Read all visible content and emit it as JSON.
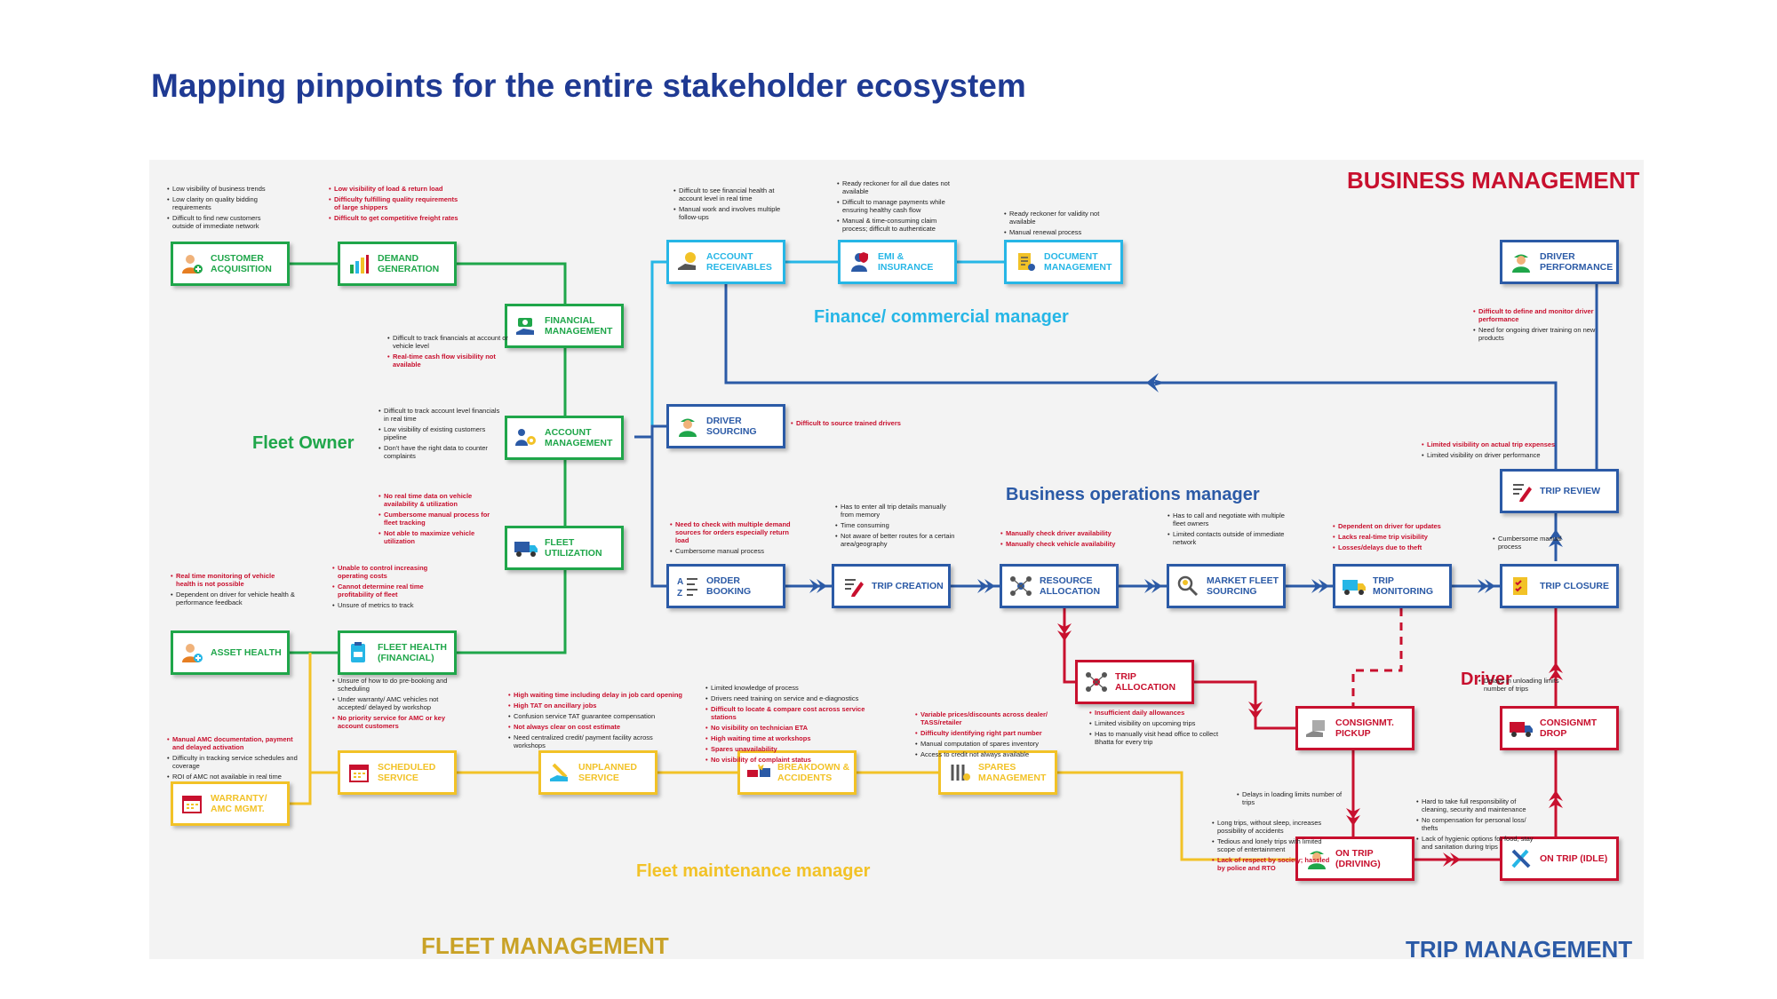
{
  "title": "Mapping pinpoints for the entire stakeholder ecosystem",
  "sections": {
    "business_management": "BUSINESS MANAGEMENT",
    "fleet_management": "FLEET MANAGEMENT",
    "trip_management": "TRIP MANAGEMENT"
  },
  "roles": {
    "fleet_owner": "Fleet Owner",
    "finance": "Finance/ commercial manager",
    "business_ops": "Business operations manager",
    "maintenance": "Fleet maintenance manager",
    "driver": "Driver"
  },
  "colors": {
    "green": "#1fa64a",
    "blue": "#2b5aa6",
    "cyan": "#26b6e6",
    "yellow": "#f2c227",
    "red": "#c8102e",
    "title": "#1f3a93"
  },
  "nodes": {
    "customer_acquisition": {
      "label": "Customer Acquisition",
      "icon": "person-add-icon"
    },
    "demand_generation": {
      "label": "Demand Generation",
      "icon": "bar-chart-icon"
    },
    "financial_management": {
      "label": "Financial Management",
      "icon": "money-hand-icon"
    },
    "account_management": {
      "label": "Account Management",
      "icon": "team-gear-icon"
    },
    "fleet_utilization": {
      "label": "Fleet Utilization",
      "icon": "truck-icon"
    },
    "fleet_health": {
      "label": "Fleet Health (Financial)",
      "icon": "clipboard-truck-icon"
    },
    "asset_health": {
      "label": "Asset Health",
      "icon": "person-plus-icon"
    },
    "account_receivables": {
      "label": "Account Receivables",
      "icon": "coin-hand-icon"
    },
    "emi_insurance": {
      "label": "EMI & Insurance",
      "icon": "insurance-person-icon"
    },
    "document_management": {
      "label": "Document Management",
      "icon": "document-gear-icon"
    },
    "driver_performance": {
      "label": "Driver Performance",
      "icon": "driver-icon"
    },
    "driver_sourcing": {
      "label": "Driver Sourcing",
      "icon": "driver-icon"
    },
    "order_booking": {
      "label": "Order Booking",
      "icon": "az-sort-icon"
    },
    "trip_creation": {
      "label": "Trip Creation",
      "icon": "pencil-icon"
    },
    "resource_allocation": {
      "label": "Resource Allocation",
      "icon": "network-people-icon"
    },
    "market_fleet_sourcing": {
      "label": "Market Fleet Sourcing",
      "icon": "search-people-icon"
    },
    "trip_monitoring": {
      "label": "Trip Monitoring",
      "icon": "truck-monitor-icon"
    },
    "trip_closure": {
      "label": "Trip Closure",
      "icon": "checklist-icon"
    },
    "trip_review": {
      "label": "Trip Review",
      "icon": "pencil-icon"
    },
    "trip_allocation": {
      "label": "Trip Allocation",
      "icon": "network-people-icon"
    },
    "consignment_pickup": {
      "label": "Consignmt. Pickup",
      "icon": "hand-box-icon"
    },
    "consignment_drop": {
      "label": "Consignmt Drop",
      "icon": "truck-box-icon"
    },
    "on_trip_driving": {
      "label": "On Trip (Driving)",
      "icon": "driver-icon"
    },
    "on_trip_idle": {
      "label": "On Trip (Idle)",
      "icon": "tools-icon"
    },
    "scheduled_service": {
      "label": "Scheduled Service",
      "icon": "calendar-icon"
    },
    "unplanned_service": {
      "label": "Unplanned Service",
      "icon": "wrench-hand-icon"
    },
    "breakdown_accidents": {
      "label": "Breakdown & Accidents",
      "icon": "car-crash-icon"
    },
    "spares_management": {
      "label": "Spares Management",
      "icon": "spares-icon"
    },
    "warranty_amc": {
      "label": "Warranty/ AMC Mgmt.",
      "icon": "calendar-icon"
    }
  },
  "notes": {
    "customer_acquisition": [
      {
        "t": "Low  visibility of business trends"
      },
      {
        "t": "Low clarity on quality bidding requirements"
      },
      {
        "t": "Difficult to find new customers outside of immediate network"
      }
    ],
    "demand_generation": [
      {
        "t": "Low visibility of load & return load",
        "hl": true
      },
      {
        "t": "Difficulty fulfilling quality requirements of large shippers",
        "hl": true
      },
      {
        "t": "Difficult to get competitive freight rates",
        "hl": true
      }
    ],
    "financial_management": [
      {
        "t": "Difficult to track financials at account or vehicle level"
      },
      {
        "t": "Real-time cash flow visibility not available",
        "hl": true
      }
    ],
    "account_management": [
      {
        "t": "Difficult to track account level financials in real time"
      },
      {
        "t": "Low visibility of existing customers pipeline"
      },
      {
        "t": "Don't have the right data to counter complaints"
      }
    ],
    "fleet_utilization": [
      {
        "t": "No real time data on vehicle availability & utilization",
        "hl": true
      },
      {
        "t": "Cumbersome manual process for fleet tracking",
        "hl": true
      },
      {
        "t": "Not able to maximize vehicle utilization",
        "hl": true
      }
    ],
    "fleet_health": [
      {
        "t": "Unable to control increasing operating costs",
        "hl": true
      },
      {
        "t": "Cannot determine real time profitability of fleet",
        "hl": true
      },
      {
        "t": "Unsure of metrics to track"
      }
    ],
    "asset_health": [
      {
        "t": "Real time monitoring of vehicle health is not possible",
        "hl": true
      },
      {
        "t": "Dependent on driver for vehicle health & performance feedback"
      }
    ],
    "account_receivables": [
      {
        "t": "Difficult to see financial health at account level in real time"
      },
      {
        "t": "Manual work and involves multiple follow-ups"
      }
    ],
    "emi_insurance": [
      {
        "t": "Ready reckoner for all due dates not available"
      },
      {
        "t": "Difficult to manage payments while ensuring healthy cash flow"
      },
      {
        "t": "Manual & time-consuming claim process; difficult to authenticate"
      }
    ],
    "document_management": [
      {
        "t": "Ready reckoner for validity not available"
      },
      {
        "t": "Manual renewal process"
      }
    ],
    "driver_performance": [
      {
        "t": "Difficult to define and monitor driver performance",
        "hl": true
      },
      {
        "t": "Need for ongoing driver training on new products"
      }
    ],
    "driver_sourcing": [
      {
        "t": "Difficult to source trained drivers",
        "hl": true
      }
    ],
    "order_booking": [
      {
        "t": "Need to check with multiple demand sources for orders especially return load",
        "hl": true
      },
      {
        "t": "Cumbersome manual process"
      }
    ],
    "trip_creation": [
      {
        "t": "Has to enter all trip details manually from memory"
      },
      {
        "t": "Time consuming"
      },
      {
        "t": "Not aware of better routes for a certain area/geography"
      }
    ],
    "resource_allocation": [
      {
        "t": "Manually check driver availability",
        "hl": true
      },
      {
        "t": "Manually check vehicle availability",
        "hl": true
      }
    ],
    "market_fleet_sourcing": [
      {
        "t": "Has to call and negotiate with multiple fleet owners"
      },
      {
        "t": "Limited contacts outside of immediate network"
      }
    ],
    "trip_monitoring": [
      {
        "t": "Dependent on driver for updates",
        "hl": true
      },
      {
        "t": "Lacks real-time trip visibility",
        "hl": true
      },
      {
        "t": "Losses/delays due to theft",
        "hl": true
      }
    ],
    "trip_closure": [
      {
        "t": "Cumbersome manual process"
      }
    ],
    "trip_review": [
      {
        "t": "Limited visibility on actual trip expenses",
        "hl": true
      },
      {
        "t": "Limited visibility on driver performance"
      }
    ],
    "trip_allocation": [
      {
        "t": "Insufficient daily allowances",
        "hl": true
      },
      {
        "t": "Limited visibility on upcoming trips"
      },
      {
        "t": "Has to manually visit head office to collect Bhatta for every trip"
      }
    ],
    "consignment_pickup": [
      {
        "t": "Delays in loading limits number of trips"
      }
    ],
    "consignment_drop": [
      {
        "t": "Delays in unloading limits number of trips"
      }
    ],
    "on_trip_driving": [
      {
        "t": "Long trips, without sleep, increases possibility of accidents"
      },
      {
        "t": "Tedious and lonely trips with limited scope of entertainment"
      },
      {
        "t": "Lack of respect by society; hassled by police and RTO",
        "hl": true
      }
    ],
    "on_trip_idle": [
      {
        "t": "Hard to take full responsibility of cleaning, security and maintenance"
      },
      {
        "t": "No compensation for personal loss/ thefts"
      },
      {
        "t": "Lack of hygienic options for food, stay and sanitation during trips"
      }
    ],
    "scheduled_service": [
      {
        "t": "Unsure of how to do pre-booking and scheduling"
      },
      {
        "t": "Under warranty/ AMC vehicles not accepted/ delayed by workshop"
      },
      {
        "t": "No priority service for AMC or key account customers",
        "hl": true
      }
    ],
    "unplanned_service": [
      {
        "t": "High waiting time including delay in job card opening",
        "hl": true
      },
      {
        "t": "High TAT on ancillary jobs",
        "hl": true
      },
      {
        "t": "Confusion service TAT guarantee compensation"
      },
      {
        "t": "Not always clear on cost estimate",
        "hl": true
      },
      {
        "t": "Need centralized credit/ payment facility across workshops"
      }
    ],
    "breakdown_accidents": [
      {
        "t": "Limited knowledge of process"
      },
      {
        "t": "Drivers need training on service and e-diagnostics"
      },
      {
        "t": "Difficult to locate & compare cost across service stations",
        "hl": true
      },
      {
        "t": "No visibility on technician ETA",
        "hl": true
      },
      {
        "t": "High waiting time at workshops",
        "hl": true
      },
      {
        "t": "Spares unavailability",
        "hl": true
      },
      {
        "t": "No visibility of complaint status",
        "hl": true
      }
    ],
    "spares_management": [
      {
        "t": "Variable prices/discounts across dealer/ TASS/retailer",
        "hl": true
      },
      {
        "t": "Difficulty identifying right part number",
        "hl": true
      },
      {
        "t": "Manual computation of spares inventory"
      },
      {
        "t": "Access to credit not always available"
      }
    ],
    "warranty_amc": [
      {
        "t": "Manual AMC documentation, payment and delayed activation",
        "hl": true
      },
      {
        "t": "Difficulty in tracking service schedules and coverage"
      },
      {
        "t": "ROI of AMC not available in real time"
      }
    ]
  }
}
